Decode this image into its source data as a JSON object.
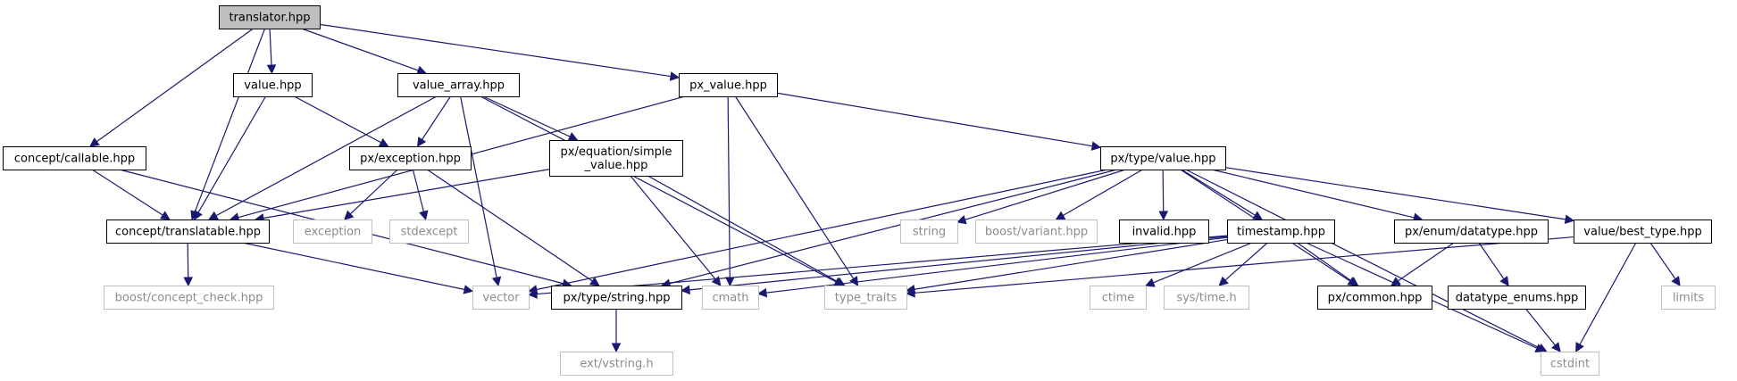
{
  "colors": {
    "edge": "#191970",
    "root_fill": "#bfbfbf",
    "node_border": "#000000",
    "external_border": "#bfbfbf",
    "external_text": "#8c8c8c",
    "node_text": "#000000"
  },
  "nodes": [
    {
      "id": "n_translator",
      "label": "translator.hpp",
      "kind": "root"
    },
    {
      "id": "n_value",
      "label": "value.hpp",
      "kind": "internal"
    },
    {
      "id": "n_value_array",
      "label": "value_array.hpp",
      "kind": "internal"
    },
    {
      "id": "n_px_value",
      "label": "px_value.hpp",
      "kind": "internal"
    },
    {
      "id": "n_callable",
      "label": "concept/callable.hpp",
      "kind": "internal"
    },
    {
      "id": "n_px_exception",
      "label": "px/exception.hpp",
      "kind": "internal"
    },
    {
      "id": "n_simple_value",
      "label": "px/equation/simple\n_value.hpp",
      "kind": "internal"
    },
    {
      "id": "n_px_type_value",
      "label": "px/type/value.hpp",
      "kind": "internal"
    },
    {
      "id": "n_translatable",
      "label": "concept/translatable.hpp",
      "kind": "internal"
    },
    {
      "id": "n_exception",
      "label": "exception",
      "kind": "external"
    },
    {
      "id": "n_stdexcept",
      "label": "stdexcept",
      "kind": "external"
    },
    {
      "id": "n_string",
      "label": "string",
      "kind": "external"
    },
    {
      "id": "n_boost_variant",
      "label": "boost/variant.hpp",
      "kind": "external"
    },
    {
      "id": "n_invalid",
      "label": "invalid.hpp",
      "kind": "internal"
    },
    {
      "id": "n_timestamp",
      "label": "timestamp.hpp",
      "kind": "internal"
    },
    {
      "id": "n_datatype",
      "label": "px/enum/datatype.hpp",
      "kind": "internal"
    },
    {
      "id": "n_best_type",
      "label": "value/best_type.hpp",
      "kind": "internal"
    },
    {
      "id": "n_boost_concept",
      "label": "boost/concept_check.hpp",
      "kind": "external"
    },
    {
      "id": "n_vector",
      "label": "vector",
      "kind": "external"
    },
    {
      "id": "n_px_type_string",
      "label": "px/type/string.hpp",
      "kind": "internal"
    },
    {
      "id": "n_cmath",
      "label": "cmath",
      "kind": "external"
    },
    {
      "id": "n_type_traits",
      "label": "type_traits",
      "kind": "external"
    },
    {
      "id": "n_ctime",
      "label": "ctime",
      "kind": "external"
    },
    {
      "id": "n_sys_time",
      "label": "sys/time.h",
      "kind": "external"
    },
    {
      "id": "n_px_common",
      "label": "px/common.hpp",
      "kind": "internal"
    },
    {
      "id": "n_datatype_enums",
      "label": "datatype_enums.hpp",
      "kind": "internal"
    },
    {
      "id": "n_limits",
      "label": "limits",
      "kind": "external"
    },
    {
      "id": "n_ext_vstring",
      "label": "ext/vstring.h",
      "kind": "external"
    },
    {
      "id": "n_cstdint",
      "label": "cstdint",
      "kind": "external"
    }
  ],
  "edges": [
    {
      "from": "n_translator",
      "to": "n_callable"
    },
    {
      "from": "n_translator",
      "to": "n_translatable"
    },
    {
      "from": "n_translator",
      "to": "n_value"
    },
    {
      "from": "n_translator",
      "to": "n_value_array"
    },
    {
      "from": "n_translator",
      "to": "n_px_value"
    },
    {
      "from": "n_value",
      "to": "n_translatable"
    },
    {
      "from": "n_value",
      "to": "n_px_exception"
    },
    {
      "from": "n_value_array",
      "to": "n_translatable"
    },
    {
      "from": "n_value_array",
      "to": "n_px_exception"
    },
    {
      "from": "n_value_array",
      "to": "n_simple_value"
    },
    {
      "from": "n_value_array",
      "to": "n_vector"
    },
    {
      "from": "n_value_array",
      "to": "n_type_traits"
    },
    {
      "from": "n_px_value",
      "to": "n_translatable"
    },
    {
      "from": "n_px_value",
      "to": "n_cmath"
    },
    {
      "from": "n_px_value",
      "to": "n_type_traits"
    },
    {
      "from": "n_px_value",
      "to": "n_px_type_value"
    },
    {
      "from": "n_callable",
      "to": "n_translatable"
    },
    {
      "from": "n_callable",
      "to": "n_px_type_string"
    },
    {
      "from": "n_translatable",
      "to": "n_boost_concept"
    },
    {
      "from": "n_translatable",
      "to": "n_vector"
    },
    {
      "from": "n_px_exception",
      "to": "n_exception"
    },
    {
      "from": "n_px_exception",
      "to": "n_stdexcept"
    },
    {
      "from": "n_px_exception",
      "to": "n_px_type_string"
    },
    {
      "from": "n_simple_value",
      "to": "n_translatable"
    },
    {
      "from": "n_simple_value",
      "to": "n_cmath"
    },
    {
      "from": "n_simple_value",
      "to": "n_type_traits"
    },
    {
      "from": "n_px_type_value",
      "to": "n_vector"
    },
    {
      "from": "n_px_type_value",
      "to": "n_px_type_string"
    },
    {
      "from": "n_px_type_value",
      "to": "n_string"
    },
    {
      "from": "n_px_type_value",
      "to": "n_boost_variant"
    },
    {
      "from": "n_px_type_value",
      "to": "n_invalid"
    },
    {
      "from": "n_px_type_value",
      "to": "n_timestamp"
    },
    {
      "from": "n_px_type_value",
      "to": "n_px_common"
    },
    {
      "from": "n_px_type_value",
      "to": "n_datatype"
    },
    {
      "from": "n_px_type_value",
      "to": "n_best_type"
    },
    {
      "from": "n_px_type_value",
      "to": "n_cstdint"
    },
    {
      "from": "n_timestamp",
      "to": "n_vector"
    },
    {
      "from": "n_timestamp",
      "to": "n_px_type_string"
    },
    {
      "from": "n_timestamp",
      "to": "n_cmath"
    },
    {
      "from": "n_timestamp",
      "to": "n_type_traits"
    },
    {
      "from": "n_timestamp",
      "to": "n_ctime"
    },
    {
      "from": "n_timestamp",
      "to": "n_sys_time"
    },
    {
      "from": "n_timestamp",
      "to": "n_px_common"
    },
    {
      "from": "n_timestamp",
      "to": "n_cstdint"
    },
    {
      "from": "n_datatype",
      "to": "n_px_common"
    },
    {
      "from": "n_datatype",
      "to": "n_datatype_enums"
    },
    {
      "from": "n_best_type",
      "to": "n_type_traits"
    },
    {
      "from": "n_best_type",
      "to": "n_limits"
    },
    {
      "from": "n_best_type",
      "to": "n_cstdint"
    },
    {
      "from": "n_datatype_enums",
      "to": "n_cstdint"
    },
    {
      "from": "n_px_type_string",
      "to": "n_ext_vstring"
    }
  ]
}
